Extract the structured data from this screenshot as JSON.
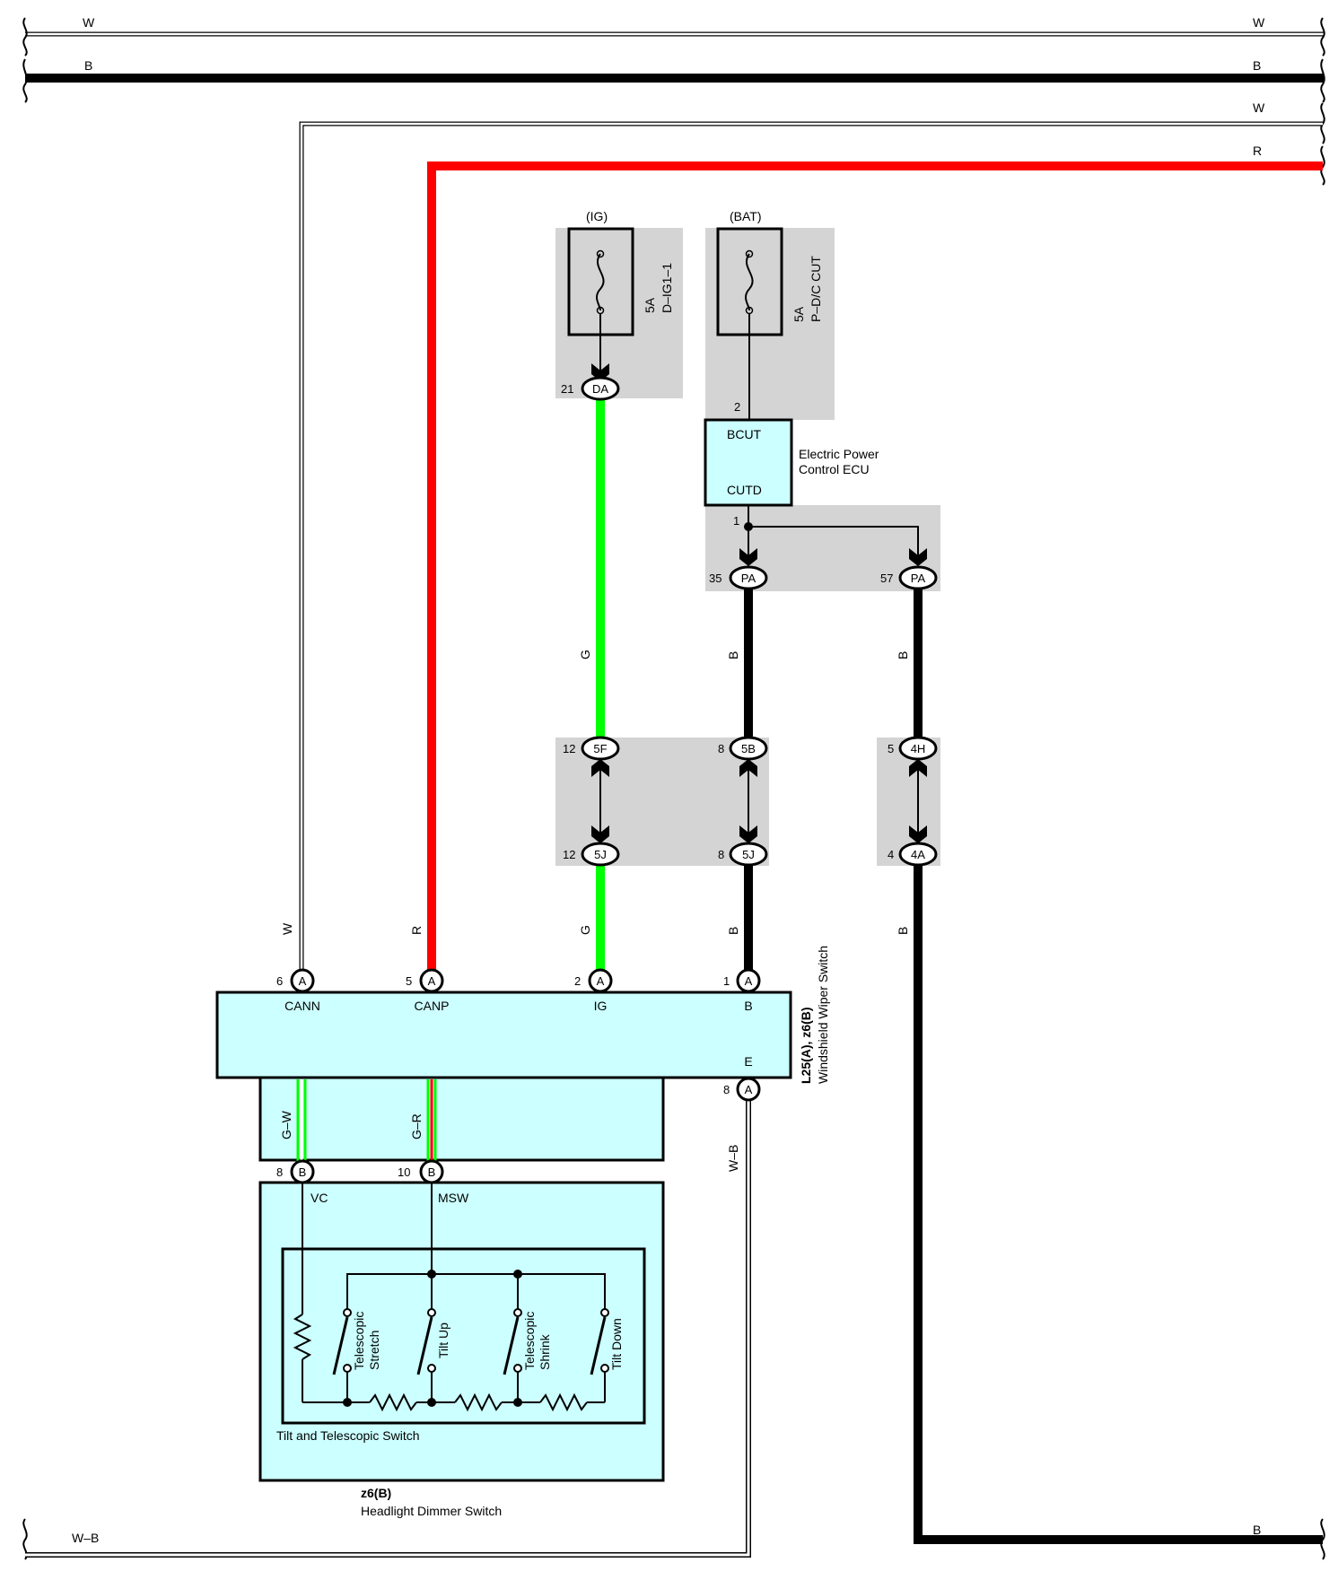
{
  "wires": {
    "top_w_left": "W",
    "top_w_right": "W",
    "top_b_left": "B",
    "top_b_right": "B",
    "bus_w_right": "W",
    "bus_r_right": "R",
    "canp_r": "R",
    "cann_w": "W",
    "ig_g_upper": "G",
    "ig_g_lower": "G",
    "b35_upper": "B",
    "b35_lower": "B",
    "b57_upper": "B",
    "b57_lower": "B",
    "vc_gw": "G–W",
    "msw_gr": "G–R",
    "ground_wb": "W–B",
    "bottom_wb_left": "W–B",
    "bottom_b_right": "B"
  },
  "fuses": {
    "ig": {
      "source": "(IG)",
      "rating": "5A",
      "name": "D–IG1–1"
    },
    "bat": {
      "source": "(BAT)",
      "rating": "5A",
      "name": "P–D/C CUT"
    }
  },
  "connectors": {
    "da": {
      "pin": "21",
      "code": "DA"
    },
    "ecu_pin2": "2",
    "ecu_pin1": "1",
    "pa35": {
      "pin": "35",
      "code": "PA"
    },
    "pa57": {
      "pin": "57",
      "code": "PA"
    },
    "c5f": {
      "pin": "12",
      "code": "5F"
    },
    "c5b": {
      "pin": "8",
      "code": "5B"
    },
    "c4h": {
      "pin": "5",
      "code": "4H"
    },
    "c5j_g": {
      "pin": "12",
      "code": "5J"
    },
    "c5j_b": {
      "pin": "8",
      "code": "5J"
    },
    "c4a": {
      "pin": "4",
      "code": "4A"
    },
    "a6": {
      "pin": "6",
      "code": "A"
    },
    "a5": {
      "pin": "5",
      "code": "A"
    },
    "a2": {
      "pin": "2",
      "code": "A"
    },
    "a1": {
      "pin": "1",
      "code": "A"
    },
    "a8": {
      "pin": "8",
      "code": "A"
    },
    "b8": {
      "pin": "8",
      "code": "B"
    },
    "b10": {
      "pin": "10",
      "code": "B"
    }
  },
  "ecu": {
    "terminal_top": "BCUT",
    "terminal_bottom": "CUTD",
    "name_line1": "Electric Power",
    "name_line2": "Control ECU"
  },
  "wiper_switch": {
    "code": "L25(A), z6(B)",
    "name": "Windshield Wiper Switch",
    "t_cann": "CANN",
    "t_canp": "CANP",
    "t_ig": "IG",
    "t_b": "B",
    "t_e": "E"
  },
  "dimmer_switch": {
    "code": "z6(B)",
    "name": "Headlight Dimmer Switch",
    "t_vc": "VC",
    "t_msw": "MSW"
  },
  "tilt_switch": {
    "name": "Tilt and Telescopic Switch",
    "sw1_line1": "Telescopic",
    "sw1_line2": "Stretch",
    "sw2": "Tilt Up",
    "sw3_line1": "Telescopic",
    "sw3_line2": "Shrink",
    "sw4": "Tilt Down"
  },
  "colors": {
    "wire_red": "#ff0000",
    "wire_green": "#00ff00",
    "wire_black": "#000000",
    "box_fill": "#ccffff",
    "shade_gray": "#d4d4d4"
  }
}
